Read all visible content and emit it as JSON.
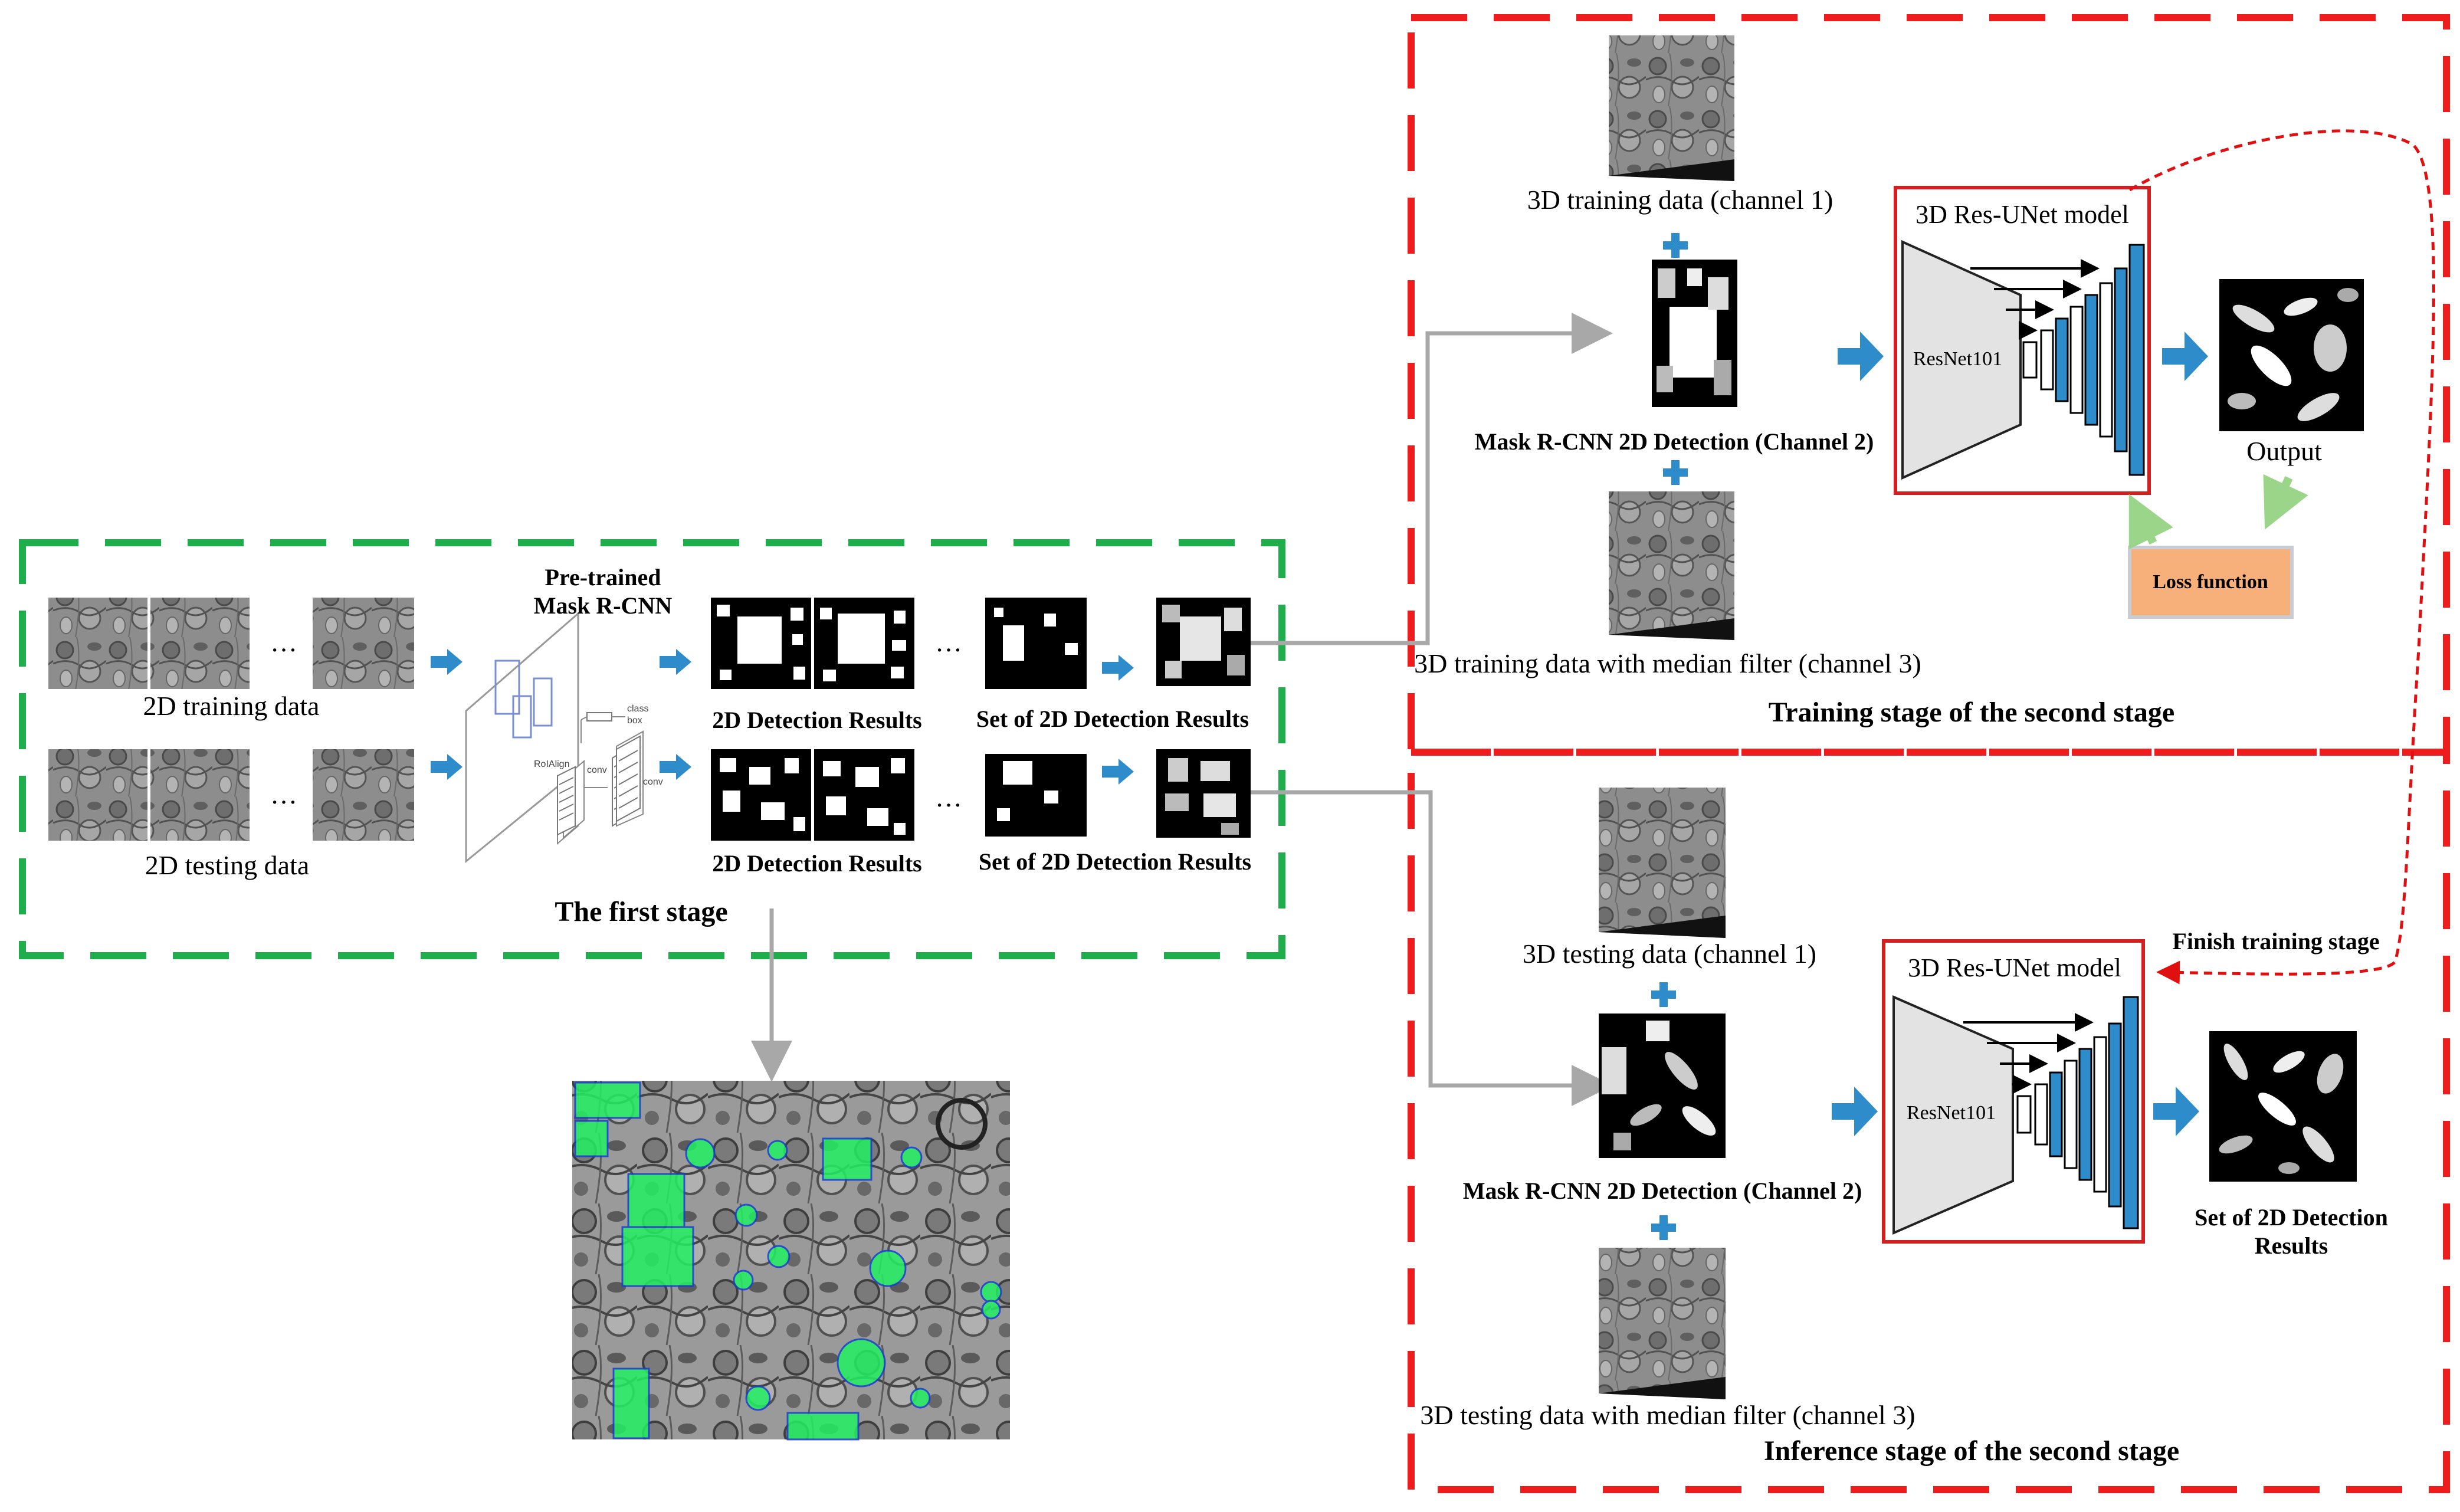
{
  "first_stage": {
    "pretrained_label_line1": "Pre-trained",
    "pretrained_label_line2": "Mask R-CNN",
    "train_data_label": "2D training data",
    "test_data_label": "2D testing data",
    "ellipsis": "…",
    "detection_results_train": "2D Detection Results",
    "detection_results_test": "2D Detection Results",
    "set_results_train": "Set of 2D Detection Results",
    "set_results_test": "Set of 2D Detection Results",
    "stage_title": "The first stage",
    "mini_labels": {
      "class": "class",
      "box": "box",
      "roialign": "RoIAlign",
      "conv1": "conv",
      "conv2": "conv"
    }
  },
  "training_stage": {
    "ch1_label": "3D training data (channel 1)",
    "ch2_label": "Mask R-CNN 2D Detection (Channel 2)",
    "ch3_label": "3D training data with median filter (channel 3)",
    "model_title": "3D Res-UNet model",
    "encoder_label": "ResNet101",
    "output_label": "Output",
    "loss_label": "Loss function",
    "stage_title": "Training stage of the second stage"
  },
  "inference_stage": {
    "ch1_label": "3D testing data (channel 1)",
    "ch2_label": "Mask R-CNN 2D Detection (Channel 2)",
    "ch3_label": "3D testing data with median filter (channel 3)",
    "model_title": "3D Res-UNet model",
    "encoder_label": "ResNet101",
    "output_label_line1": "Set of 2D Detection",
    "output_label_line2": "Results",
    "finish_label": "Finish training stage",
    "stage_title": "Inference stage of the second stage"
  },
  "colors": {
    "green_dash": "#1fae4b",
    "red_dash": "#ee1c1c",
    "blue_arrow": "#2e8ccb",
    "loss_fill": "#f8b07a",
    "light_green_arrow": "#9bd58a",
    "overlay_green": "#22f062"
  }
}
